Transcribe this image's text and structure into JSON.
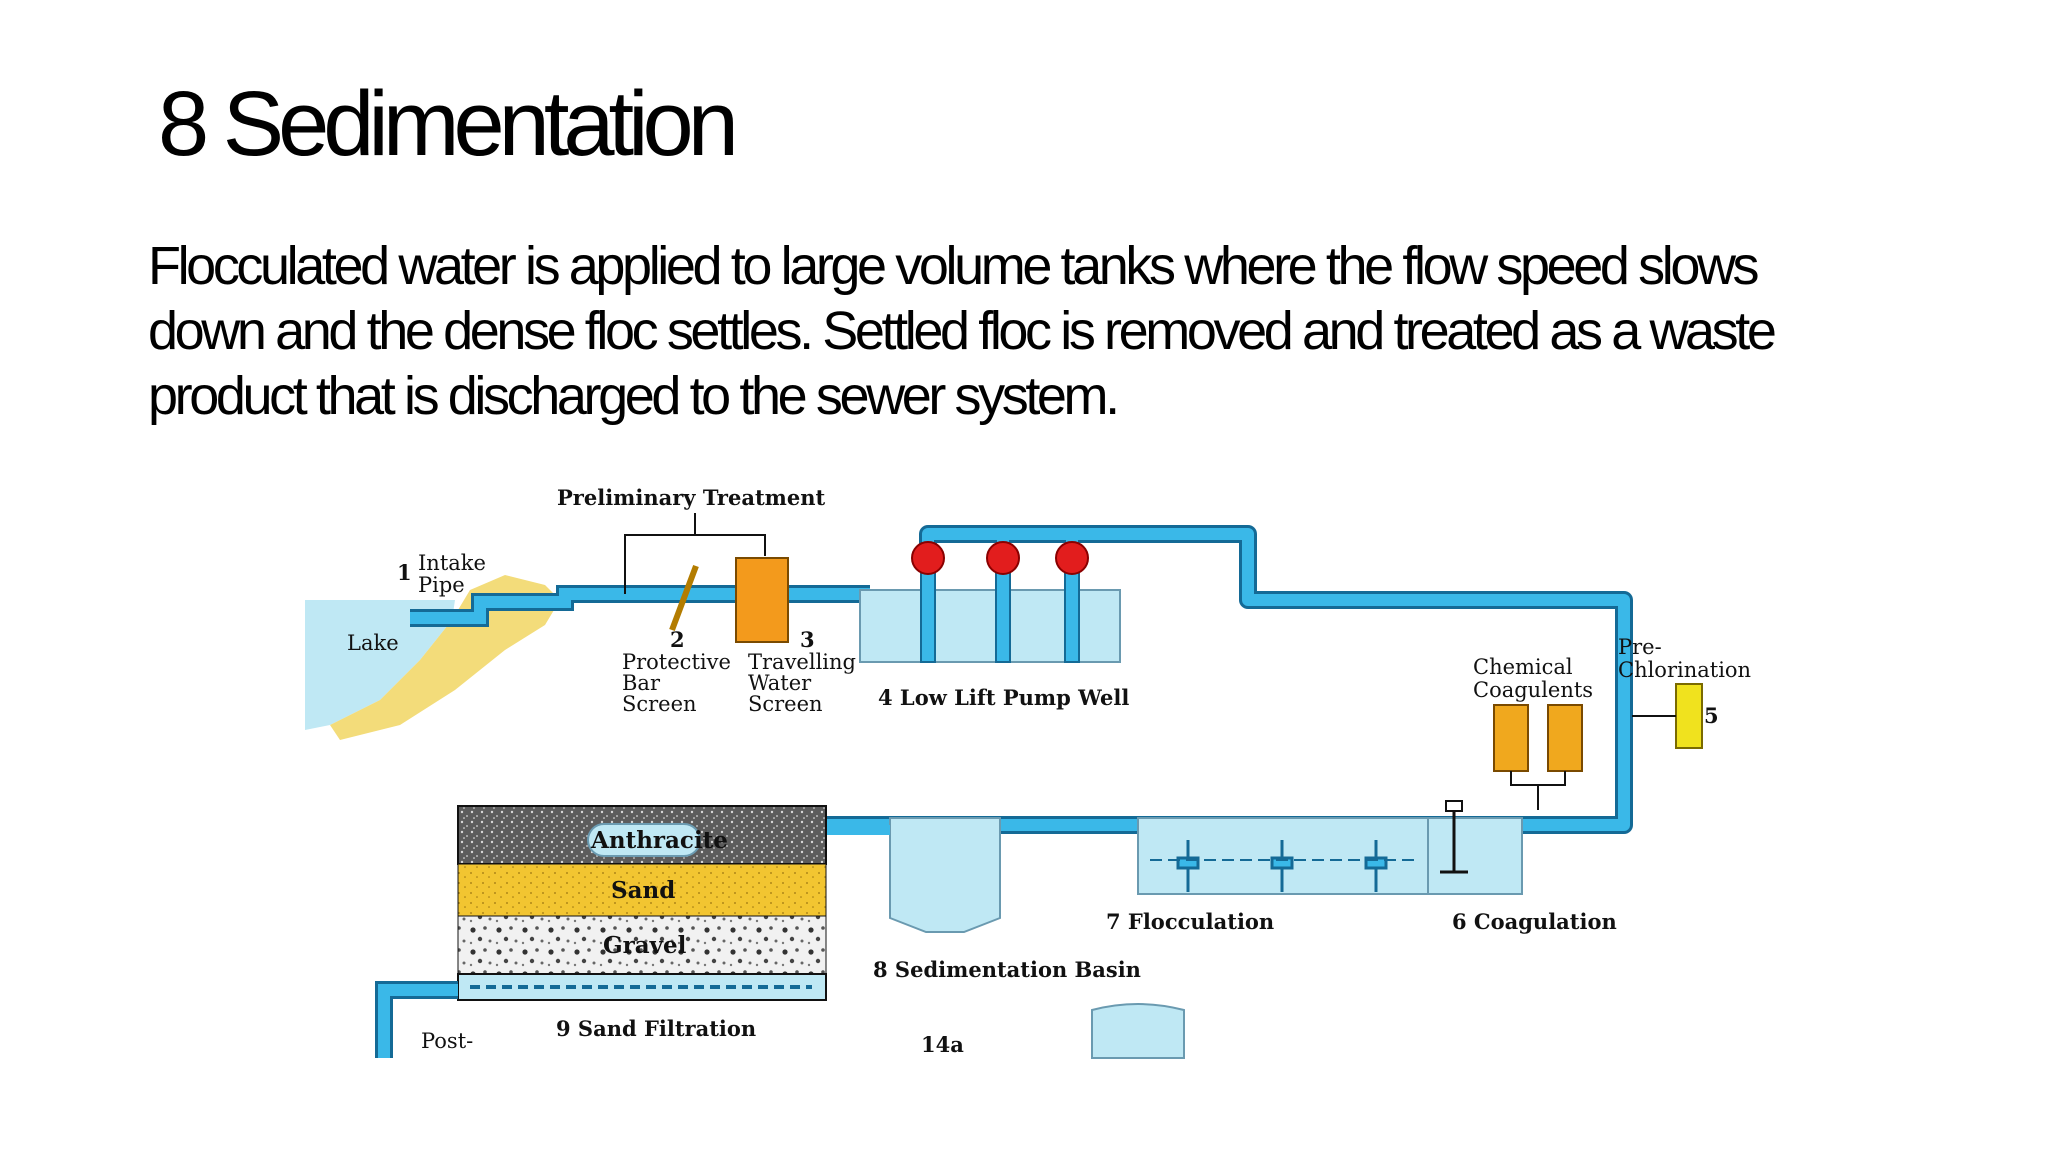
{
  "slide": {
    "title": "8 Sedimentation",
    "body": "Flocculated water is applied to large volume tanks where the flow  speed slows down and the dense floc settles. Settled floc is removed  and treated as a waste product that is discharged to the sewer system."
  },
  "diagram": {
    "labels": {
      "preliminary_treatment": "Preliminary Treatment",
      "intake_number": "1",
      "intake_line1": "Intake",
      "intake_line2": "Pipe",
      "lake": "Lake",
      "bar_screen_number": "2",
      "bar_screen_line1": "Protective",
      "bar_screen_line2": "Bar",
      "bar_screen_line3": "Screen",
      "water_screen_number": "3",
      "water_screen_line1": "Travelling",
      "water_screen_line2": "Water",
      "water_screen_line3": "Screen",
      "pump_well": "4 Low Lift Pump Well",
      "chemical_line1": "Chemical",
      "chemical_line2": "Coagulents",
      "prechlorination_line1": "Pre-",
      "prechlorination_line2": "Chlorination",
      "prechlorination_number": "5",
      "anthracite": "Anthracite",
      "sand": "Sand",
      "gravel": "Gravel",
      "flocculation": "7 Flocculation",
      "coagulation": "6 Coagulation",
      "sedimentation_basin": "8 Sedimentation Basin",
      "sand_filtration": "9 Sand Filtration",
      "post_chlorination": "Post-",
      "step_14a": "14a"
    },
    "colors": {
      "water": "#bfe8f4",
      "pipe": "#3ab8e8",
      "pipe_edge": "#146a96",
      "chemical_box": "#f0a81e",
      "pump_ball": "#e21d1d",
      "sand": "#f2c531",
      "screen_box": "#f39a1c",
      "lake_shore": "#f3dc7a",
      "gravel": "#e6e6e6",
      "anthracite": "#4a4a4a"
    }
  }
}
